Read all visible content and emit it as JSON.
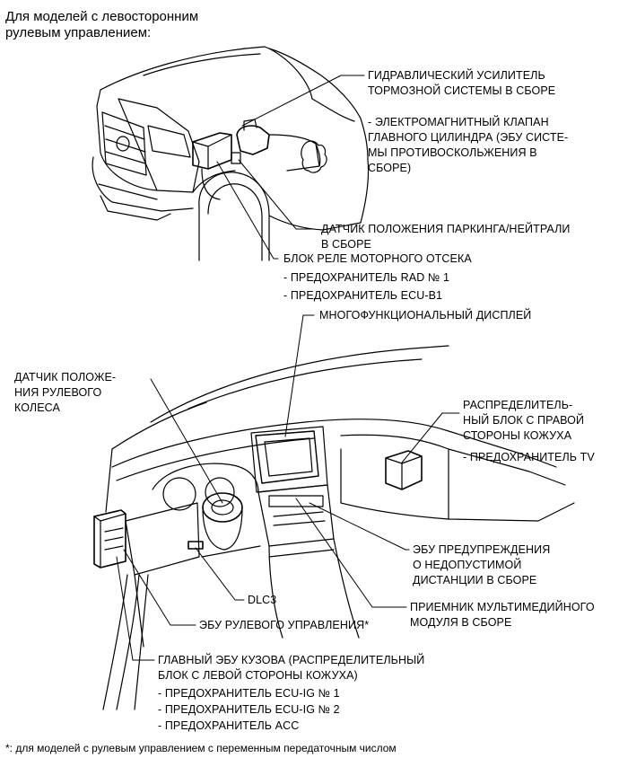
{
  "heading": "Для моделей с левосторонним\nрулевым управлением:",
  "labels": {
    "hydraulic_booster": "ГИДРАВЛИЧЕСКИЙ УСИЛИТЕЛЬ\nТОРМОЗНОЙ СИСТЕМЫ В СБОРЕ",
    "solenoid_valve": "- ЭЛЕКТРОМАГНИТНЫЙ КЛАПАН\nГЛАВНОГО ЦИЛИНДРА (ЭБУ СИСТЕ-\nМЫ ПРОТИВОСКОЛЬЖЕНИЯ В\nСБОРЕ)",
    "park_neutral_sensor": "ДАТЧИК ПОЛОЖЕНИЯ ПАРКИНГА/НЕЙТРАЛИ\nВ СБОРЕ",
    "engine_relay_block": "БЛОК РЕЛЕ МОТОРНОГО ОТСЕКА",
    "fuse_rad": "- ПРЕДОХРАНИТЕЛЬ RAD № 1",
    "fuse_ecu_b1": "- ПРЕДОХРАНИТЕЛЬ ECU-B1",
    "multi_display": "МНОГОФУНКЦИОНАЛЬНЫЙ ДИСПЛЕЙ",
    "steering_sensor": "ДАТЧИК ПОЛОЖЕ-\nНИЯ РУЛЕВОГО\nКОЛЕСА",
    "right_junction": "РАСПРЕДЕЛИТЕЛЬ-\nНЫЙ БЛОК С ПРАВОЙ\nСТОРОНЫ КОЖУХА",
    "fuse_tv": "- ПРЕДОХРАНИТЕЛЬ TV",
    "distance_warning_ecu": "ЭБУ ПРЕДУПРЕЖДЕНИЯ\nО НЕДОПУСТИМОЙ\nДИСТАНЦИИ В СБОРЕ",
    "dlc3": "DLC3",
    "multimedia_receiver": "ПРИЕМНИК МУЛЬТИМЕДИЙНОГО\nМОДУЛЯ В СБОРЕ",
    "steering_ecu": "ЭБУ РУЛЕВОГО УПРАВЛЕНИЯ*",
    "main_body_ecu": "ГЛАВНЫЙ ЭБУ КУЗОВА (РАСПРЕДЕЛИТЕЛЬНЫЙ\nБЛОК С ЛЕВОЙ СТОРОНЫ КОЖУХА)",
    "fuse_ecu_ig1": "- ПРЕДОХРАНИТЕЛЬ ECU-IG № 1",
    "fuse_ecu_ig2": "- ПРЕДОХРАНИТЕЛЬ ECU-IG № 2",
    "fuse_acc": "- ПРЕДОХРАНИТЕЛЬ ACC"
  },
  "footnote": "*: для моделей с рулевым управлением с переменным передаточным числом"
}
